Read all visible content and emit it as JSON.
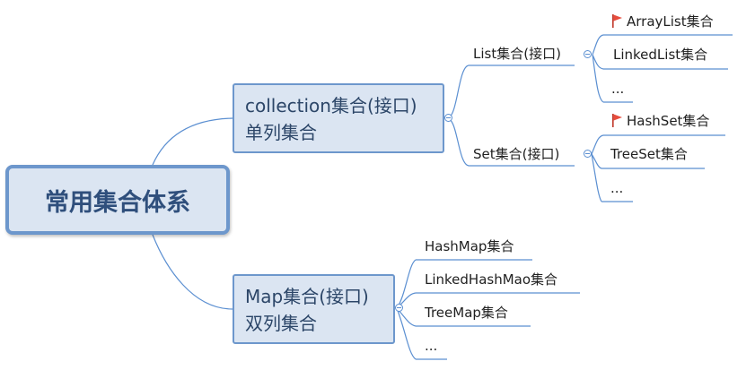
{
  "root": {
    "label": "常用集合体系"
  },
  "branches": [
    {
      "label_line1": "collection集合(接口)",
      "label_line2": "单列集合",
      "children": [
        {
          "label": "List集合(接口)",
          "items": [
            "ArrayList集合",
            "LinkedList集合",
            "..."
          ],
          "flagged": [
            true,
            false,
            false
          ]
        },
        {
          "label": "Set集合(接口)",
          "items": [
            "HashSet集合",
            "TreeSet集合",
            "..."
          ],
          "flagged": [
            true,
            false,
            false
          ]
        }
      ]
    },
    {
      "label_line1": "Map集合(接口)",
      "label_line2": "双列集合",
      "items": [
        "HashMap集合",
        "LinkedHashMao集合",
        "TreeMap集合",
        "..."
      ]
    }
  ],
  "colors": {
    "line": "#5b8fd1",
    "node_fill": "#dbe5f2",
    "node_border": "#6d97cc",
    "flag": "#e84c3d"
  },
  "icons": {
    "flag": "red-flag-icon",
    "collapse": "minus-circle-icon"
  }
}
